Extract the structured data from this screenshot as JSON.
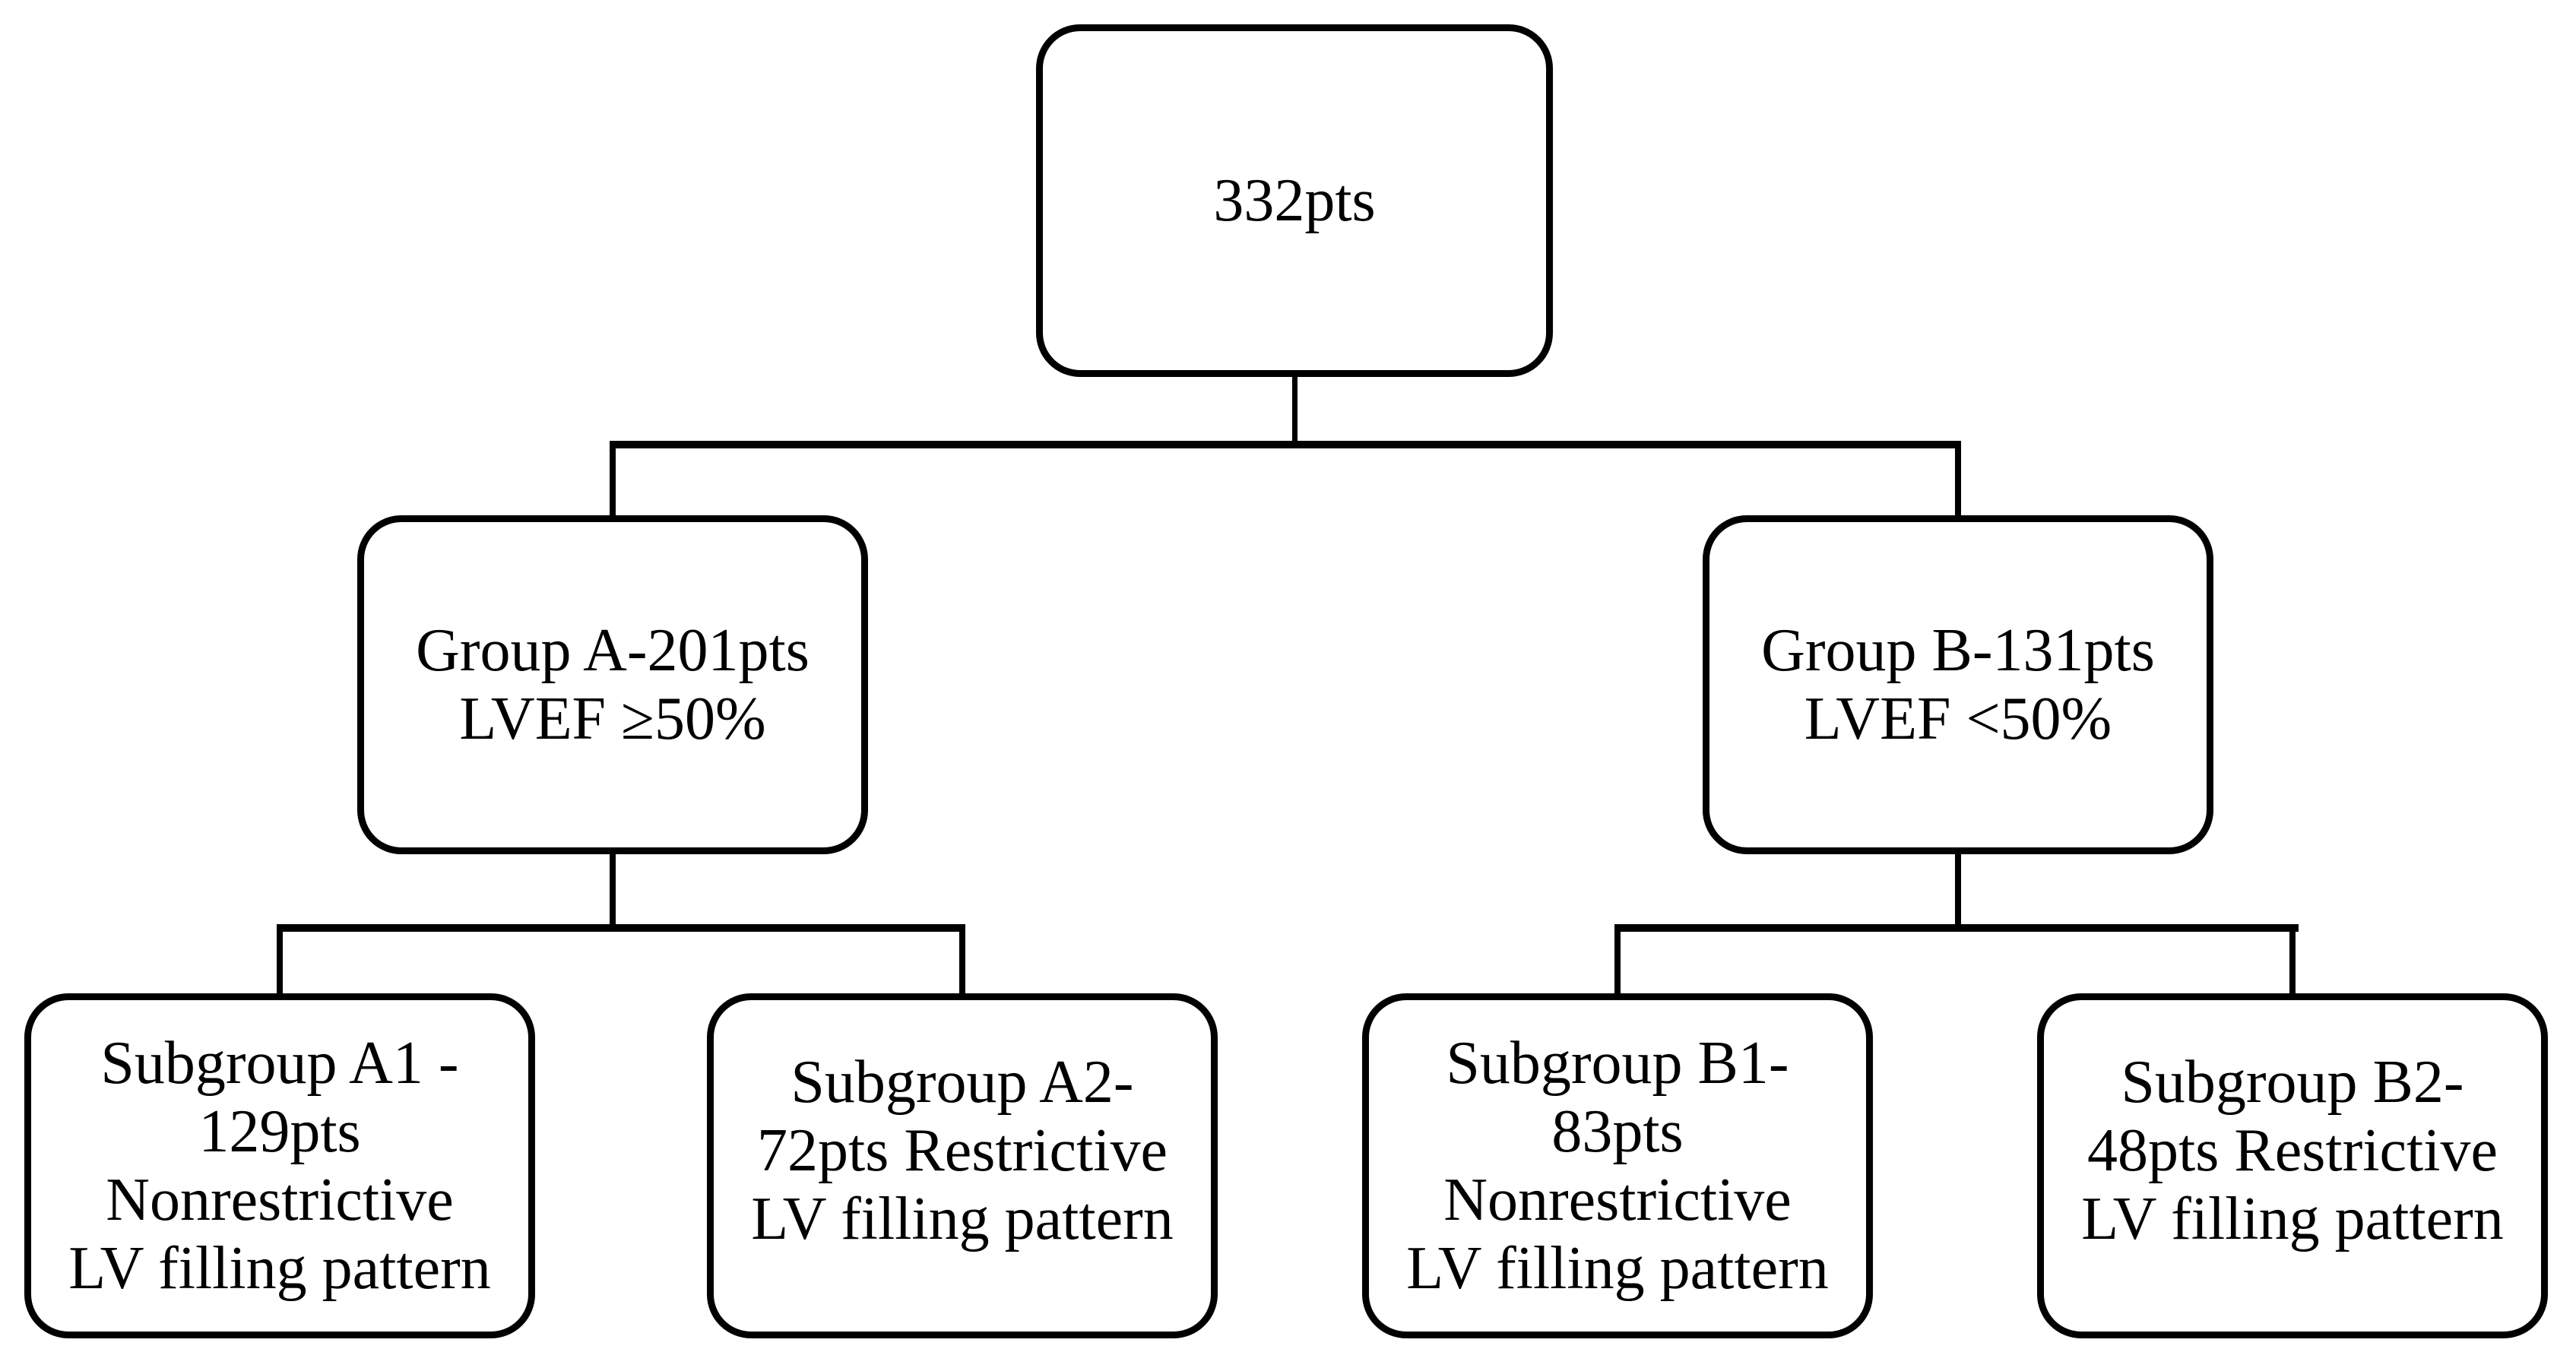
{
  "diagram": {
    "type": "flowchart-tree",
    "colors": {
      "box_border": "#000000",
      "text": "#000000",
      "background": "#ffffff",
      "connector": "#000000"
    }
  },
  "nodes": {
    "root": {
      "lines": [
        "332pts"
      ]
    },
    "group_a": {
      "lines": [
        "Group A-201pts",
        "LVEF ≥50%"
      ]
    },
    "group_b": {
      "lines": [
        "Group B-131pts",
        "LVEF <50%"
      ]
    },
    "subgroup_a1": {
      "lines": [
        "Subgroup A1 -",
        "129pts",
        "Nonrestrictive",
        "LV filling pattern"
      ]
    },
    "subgroup_a2": {
      "lines": [
        "Subgroup A2-",
        "72pts Restrictive",
        "LV filling pattern"
      ]
    },
    "subgroup_b1": {
      "lines": [
        "Subgroup B1-",
        "83pts",
        "Nonrestrictive",
        "LV filling pattern"
      ]
    },
    "subgroup_b2": {
      "lines": [
        "Subgroup B2-",
        "48pts Restrictive",
        "LV filling pattern"
      ]
    }
  }
}
